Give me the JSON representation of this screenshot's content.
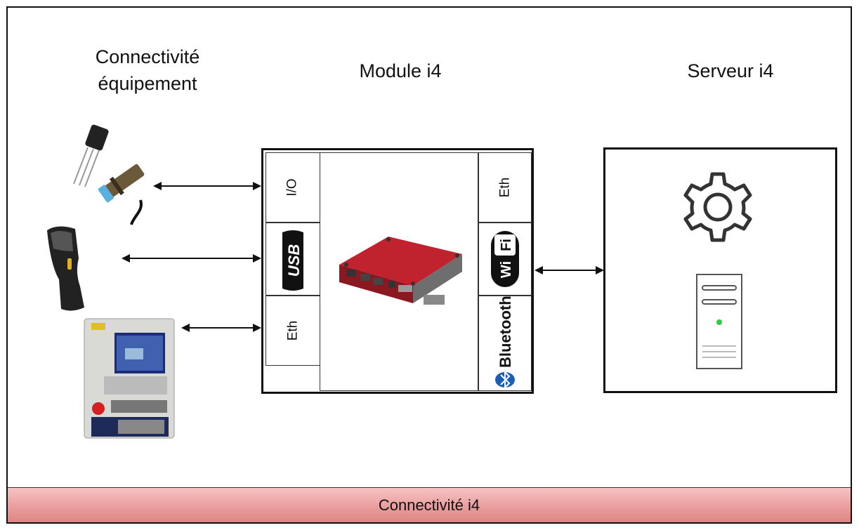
{
  "headings": {
    "equipment_line1": "Connectivité",
    "equipment_line2": "équipement",
    "module": "Module i4",
    "server": "Serveur i4"
  },
  "module_ports_left": [
    "I/O",
    "USB",
    "Eth"
  ],
  "module_ports_right": [
    "Eth",
    "WiFi",
    "Bluetooth"
  ],
  "footer": {
    "label": "Connectivité i4"
  },
  "colors": {
    "footer": "#e99a9a",
    "device": "#b8222e",
    "led": "#2ecc40"
  },
  "icons": [
    "sensor-icon",
    "barcode-scanner-icon",
    "cnc-controller-icon",
    "gear-icon",
    "server-tower-icon",
    "usb-logo-icon",
    "wifi-logo-icon",
    "bluetooth-logo-icon",
    "industrial-module-icon"
  ]
}
